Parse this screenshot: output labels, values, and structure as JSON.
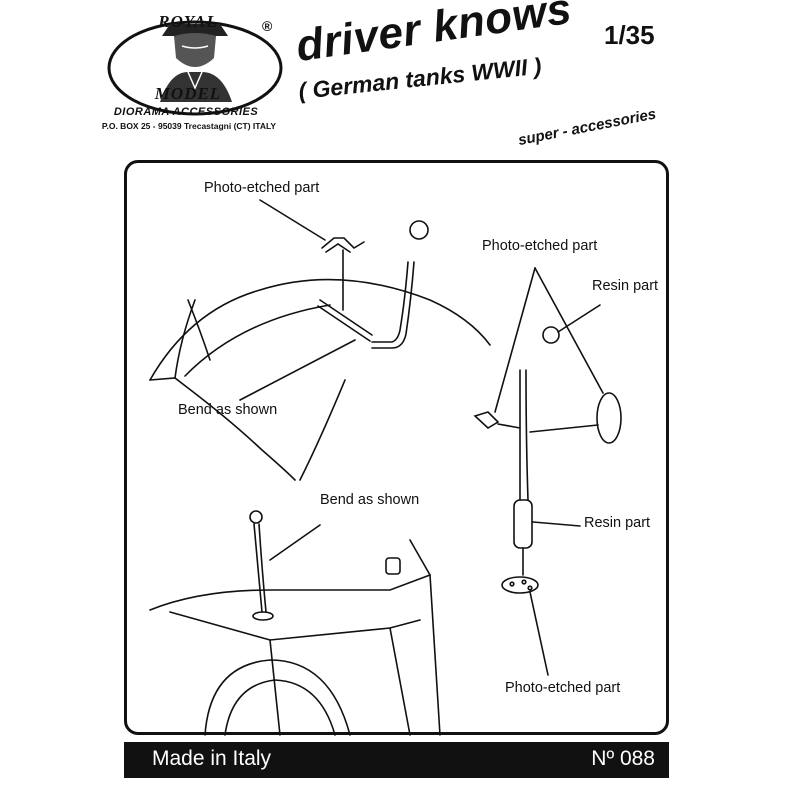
{
  "brand": {
    "name_top": "ROYAL",
    "name_bottom": "MODEL",
    "registered_mark": "®",
    "tagline": "DIORAMA ACCESSORIES",
    "address": "P.O. BOX 25 - 95039 Trecastagni (CT) ITALY",
    "logo_icon": "soldier-portrait-oval-icon"
  },
  "title": "driver knows",
  "subtitle": "( German tanks WWII )",
  "scale": "1/35",
  "category": "super - accessories",
  "diagram": {
    "labels": {
      "pe_top_left": "Photo-etched part",
      "bend_left": "Bend as shown",
      "bend_bottom": "Bend as shown",
      "pe_right": "Photo-etched part",
      "resin_top": "Resin part",
      "resin_mid": "Resin part",
      "pe_bottom": "Photo-etched part"
    }
  },
  "footer": {
    "origin": "Made in Italy",
    "number": "Nº 088"
  }
}
